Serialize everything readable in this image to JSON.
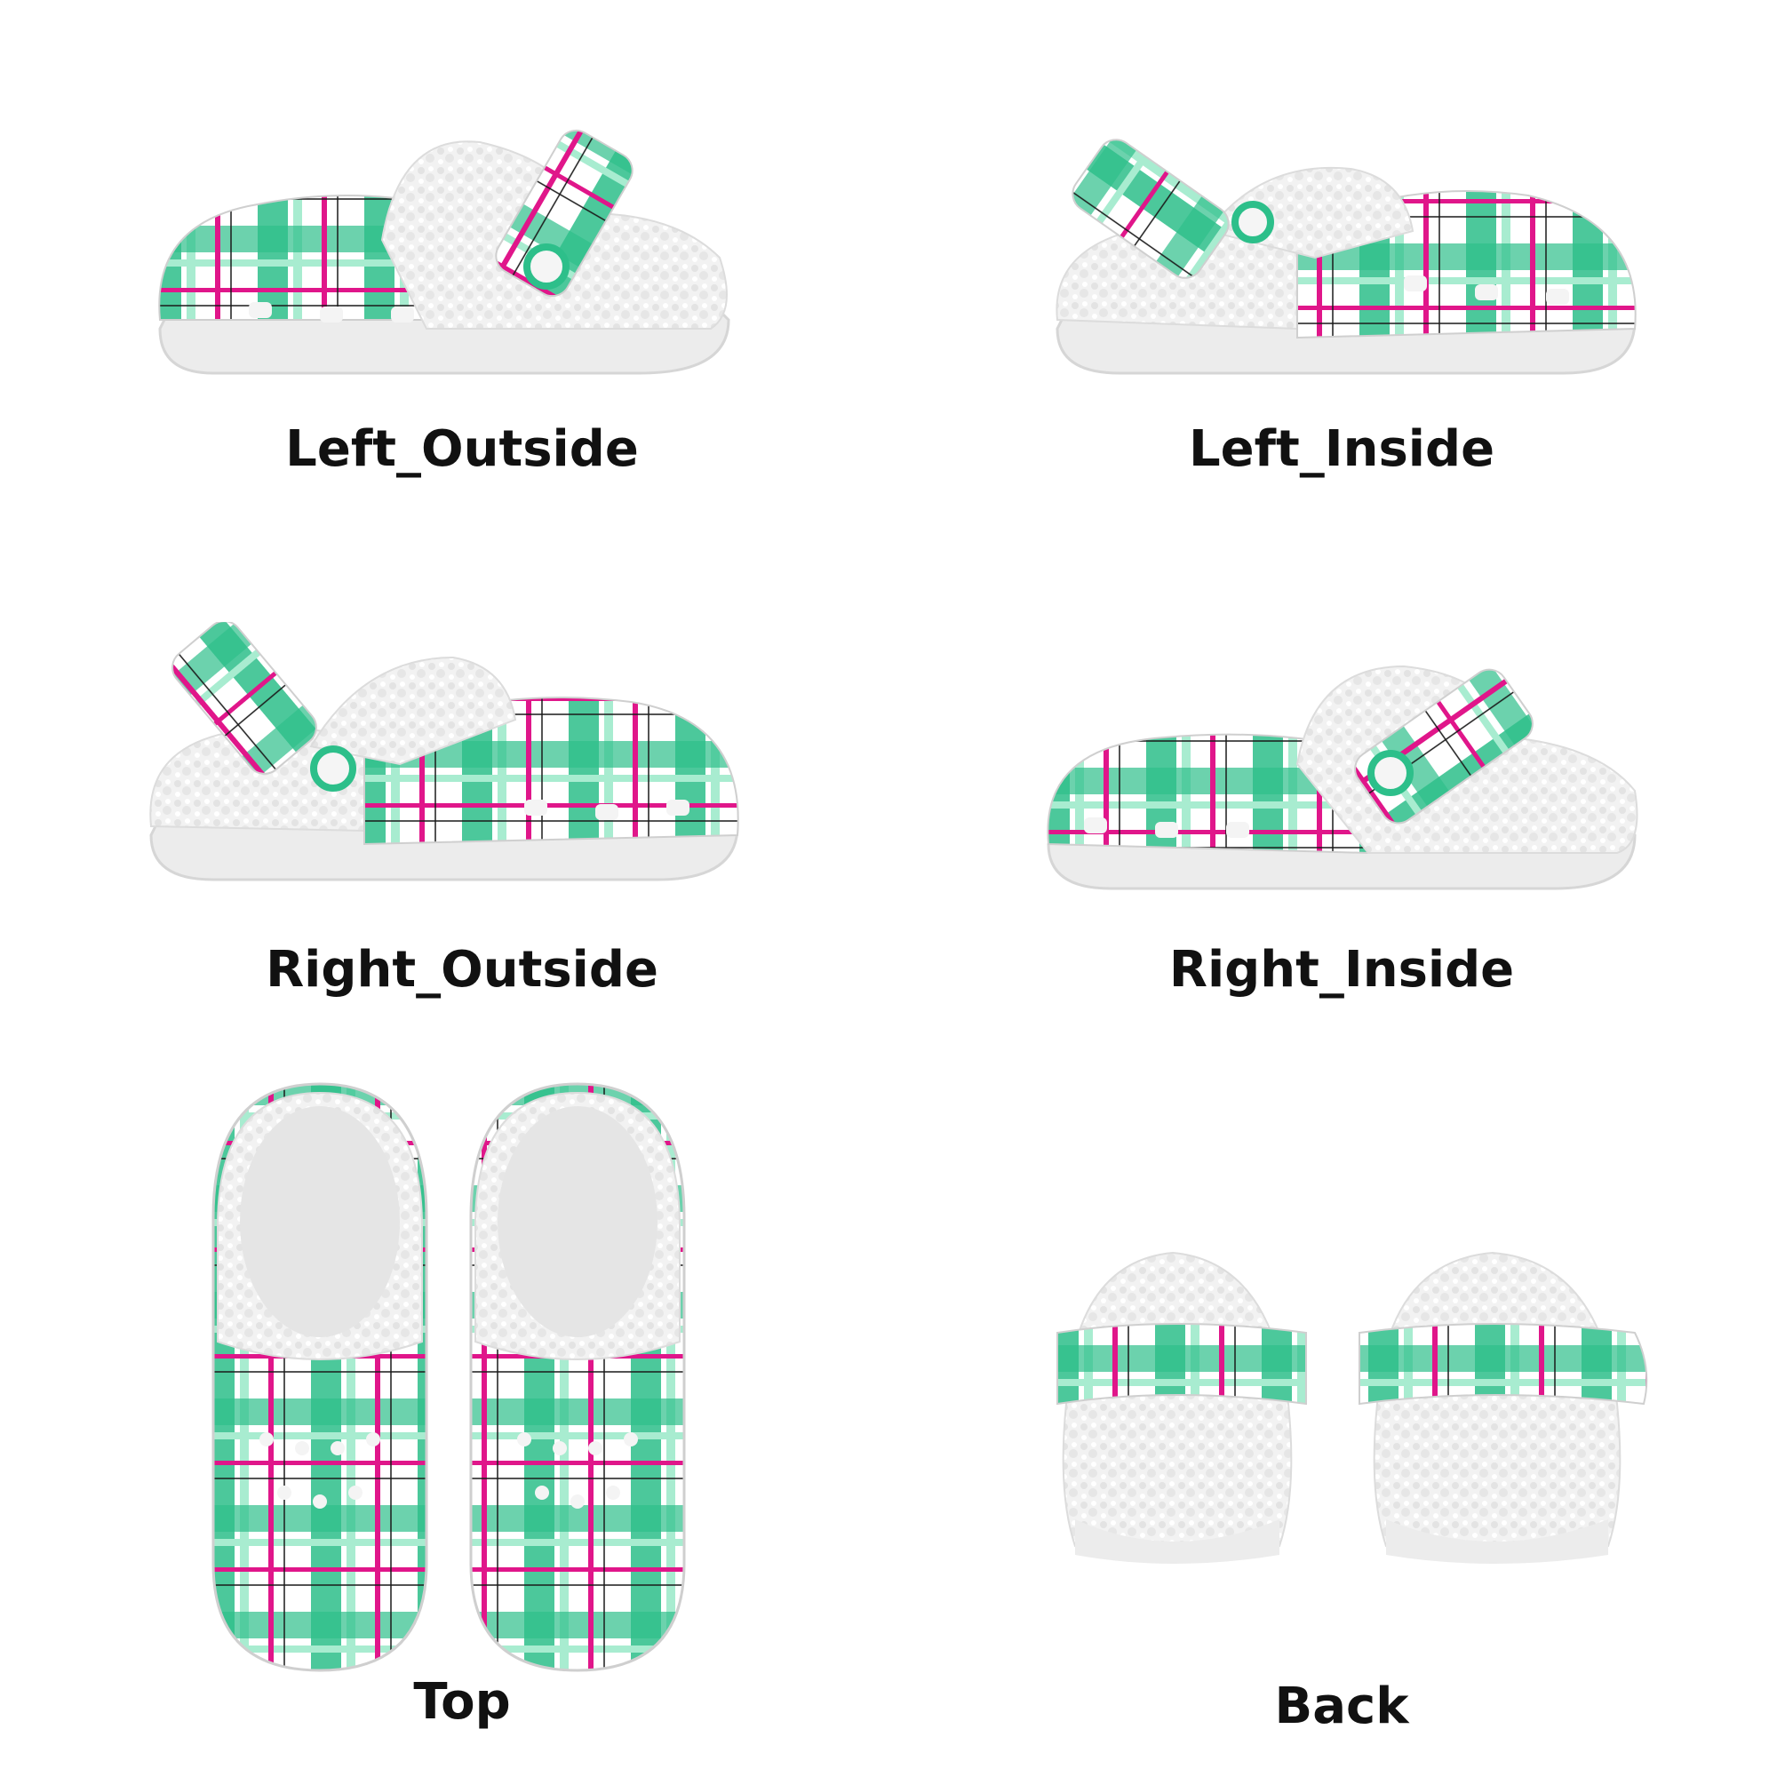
{
  "palette": {
    "plaid_green": "#2dbf8a",
    "plaid_light": "#a8ecd0",
    "plaid_pink": "#e0168a",
    "grid_line": "#1a1a1a",
    "fleece": "#f2f2f2",
    "sole": "#ececec",
    "background": "#ffffff"
  },
  "views": [
    {
      "id": "left_outside",
      "label": "Left_Outside"
    },
    {
      "id": "left_inside",
      "label": "Left_Inside"
    },
    {
      "id": "right_outside",
      "label": "Right_Outside"
    },
    {
      "id": "right_inside",
      "label": "Right_Inside"
    },
    {
      "id": "top",
      "label": "Top"
    },
    {
      "id": "back",
      "label": "Back"
    }
  ]
}
